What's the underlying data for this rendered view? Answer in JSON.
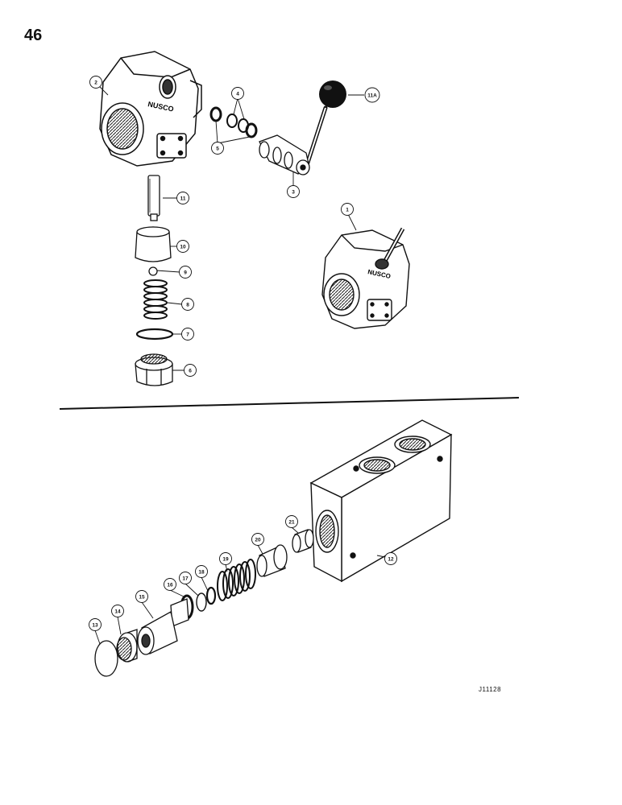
{
  "page_number": "46",
  "reference_code": "J11128",
  "callouts": {
    "c1": "1",
    "c2": "2",
    "c3": "3",
    "c4": "4",
    "c5": "5",
    "c6": "6",
    "c7": "7",
    "c8": "8",
    "c9": "9",
    "c10": "10",
    "c11": "11",
    "c11a": "11A",
    "c12": "12",
    "c13": "13",
    "c14": "14",
    "c15": "15",
    "c16": "16",
    "c17": "17",
    "c18": "18",
    "c19": "19",
    "c20": "20",
    "c21": "21"
  },
  "casting_mark": "NUSCO"
}
